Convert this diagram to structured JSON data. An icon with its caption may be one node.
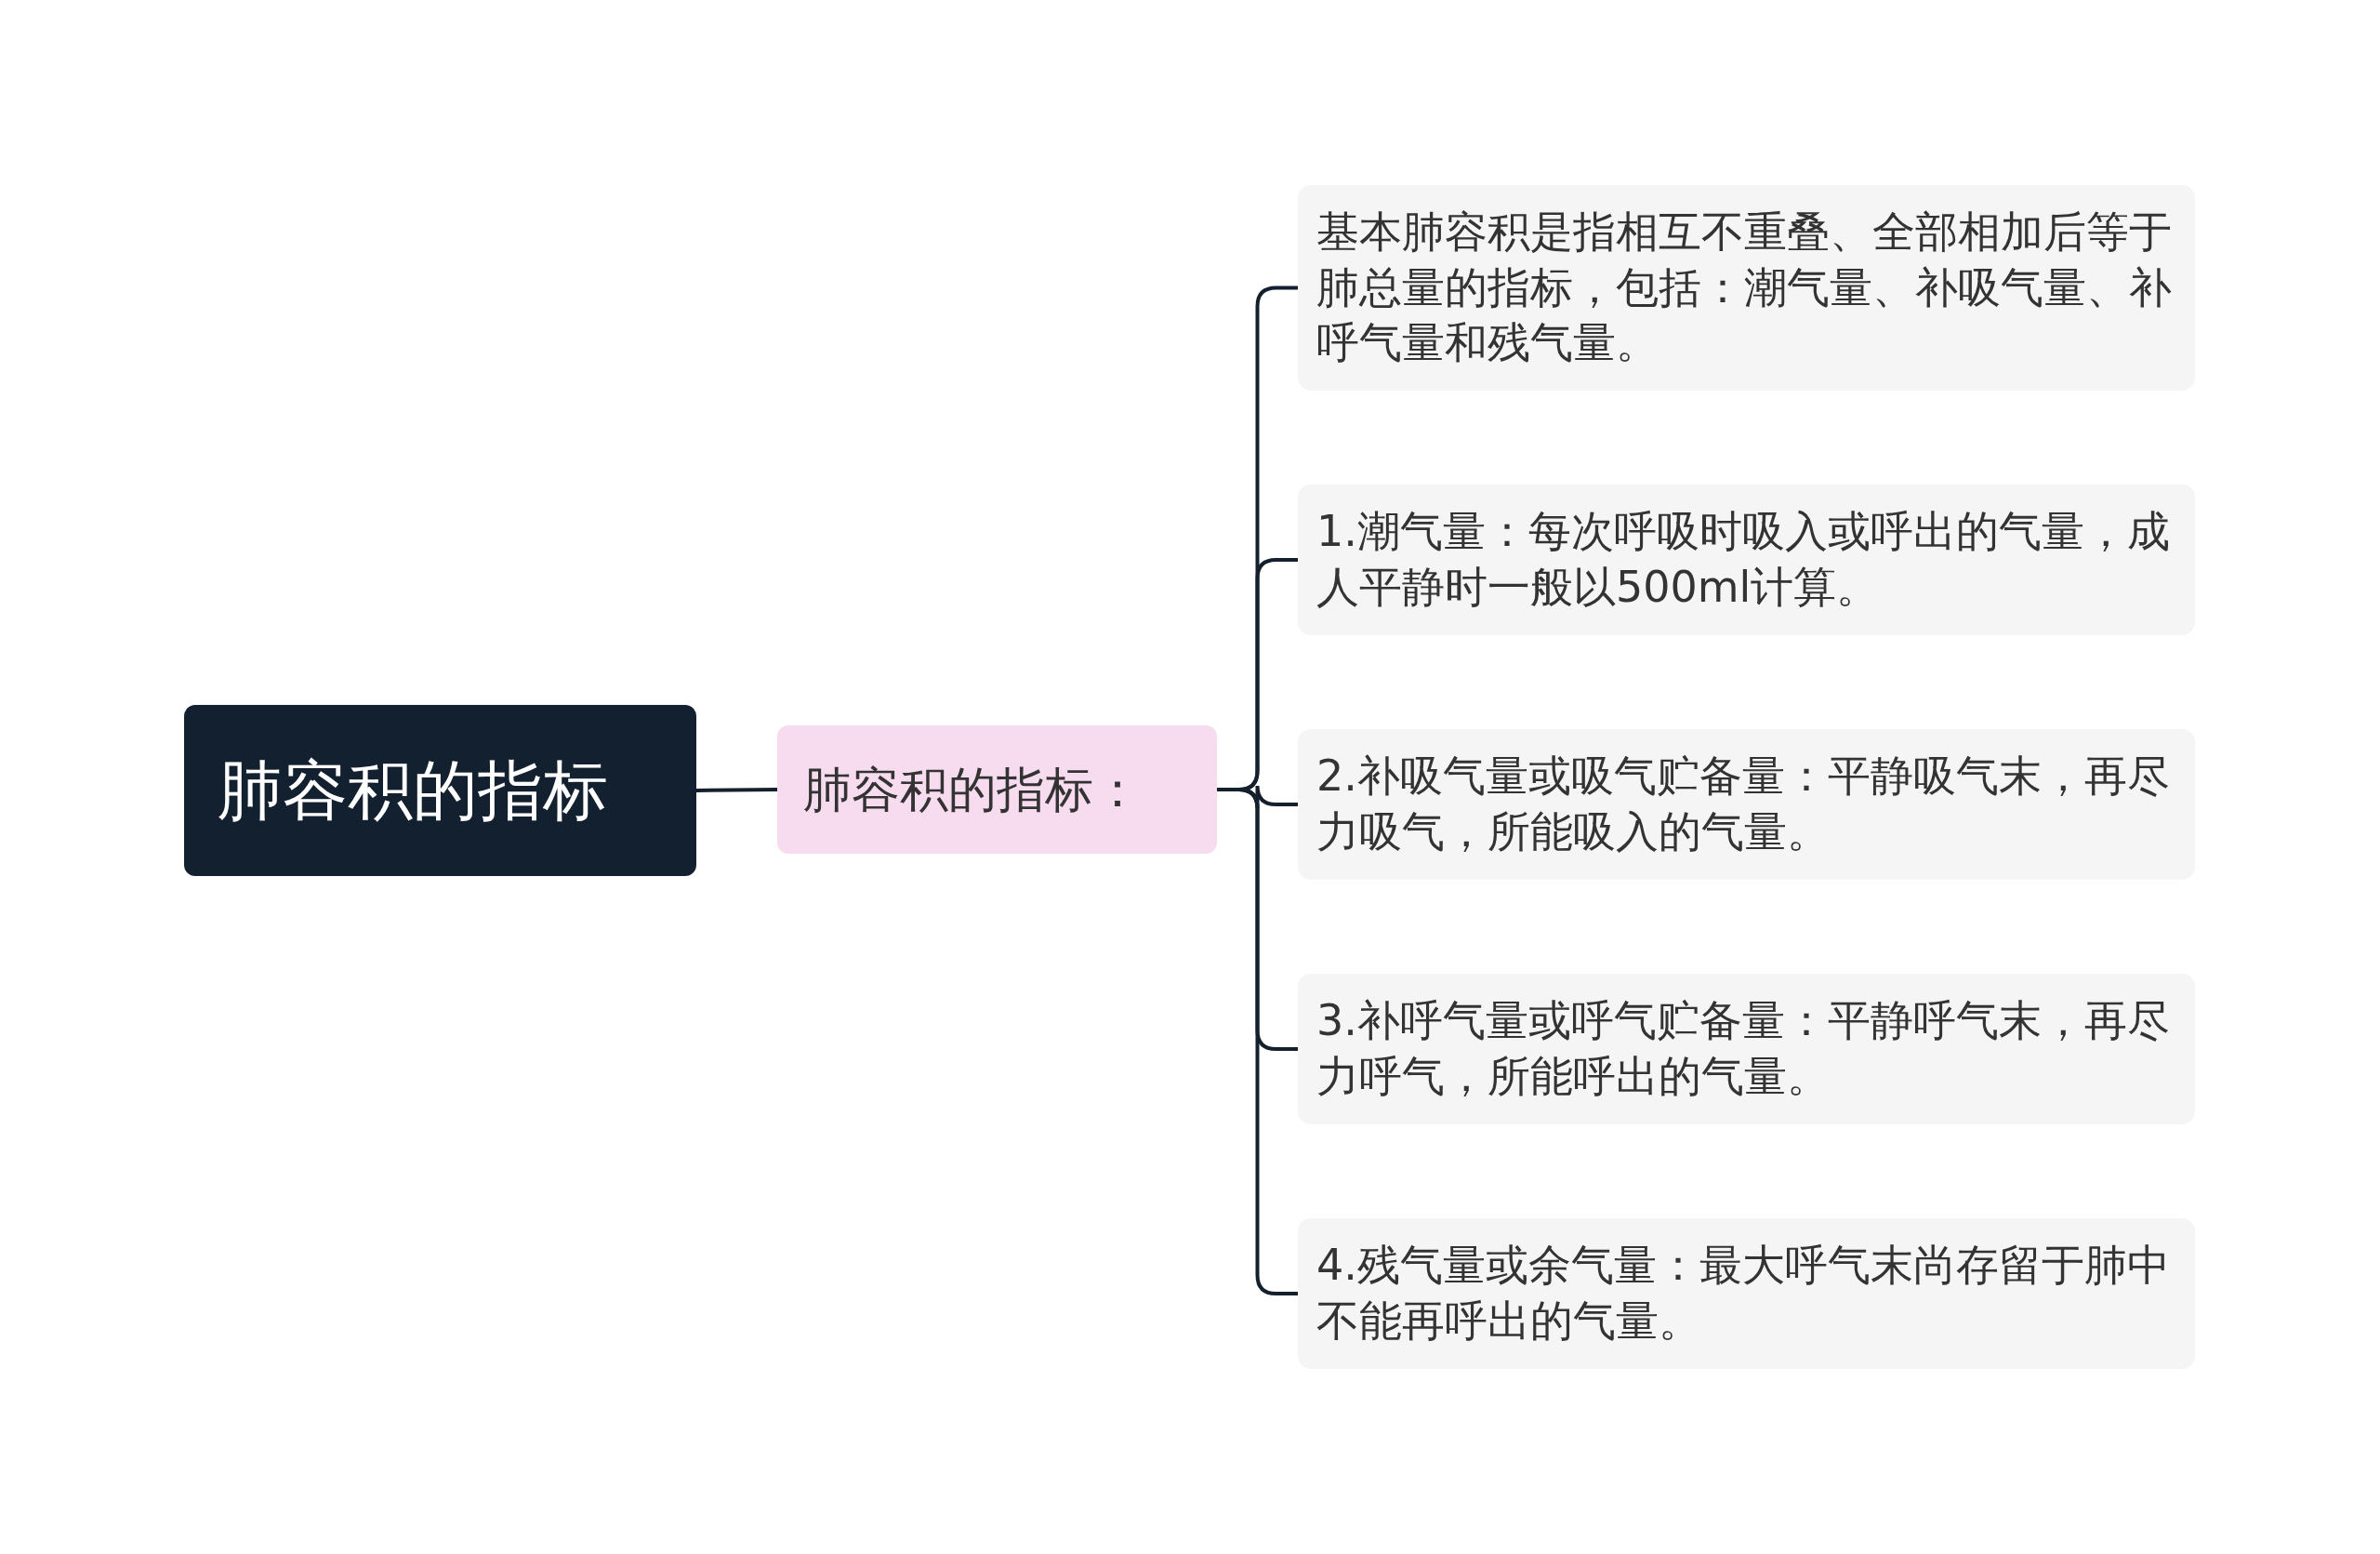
{
  "diagram": {
    "nodes": [
      {
        "text": [
          "肺容积的指标"
        ]
      },
      {
        "text": [
          "肺容积的指标："
        ]
      },
      {
        "text": [
          "基本肺容积是指相互不重叠、全部相加后等于肺总量的指标，包括：潮气量、补吸气量、补呼气量和残气量。"
        ]
      },
      {
        "text": [
          "1.潮气量：每次呼吸时吸入或呼出的气量，成人平静时一般以500ml计算。"
        ]
      },
      {
        "text": [
          "2.补吸气量或吸气贮备量：平静吸气末，再尽力吸气，所能吸入的气量。"
        ]
      },
      {
        "text": [
          "3.补呼气量或呼气贮备量：平静呼气末，再尽力呼气，所能呼出的气量。"
        ]
      },
      {
        "text": [
          "4.残气量或余气量：最大呼气末尚存留于肺中不能再呼出的气量。"
        ]
      }
    ],
    "edges": [
      {
        "from": 0,
        "to": 1,
        "arrow": "none"
      },
      {
        "from": 1,
        "to": 2,
        "arrow": "none"
      },
      {
        "from": 1,
        "to": 3,
        "arrow": "none"
      },
      {
        "from": 1,
        "to": 4,
        "arrow": "none"
      },
      {
        "from": 1,
        "to": 5,
        "arrow": "none"
      },
      {
        "from": 1,
        "to": 6,
        "arrow": "none"
      }
    ]
  }
}
